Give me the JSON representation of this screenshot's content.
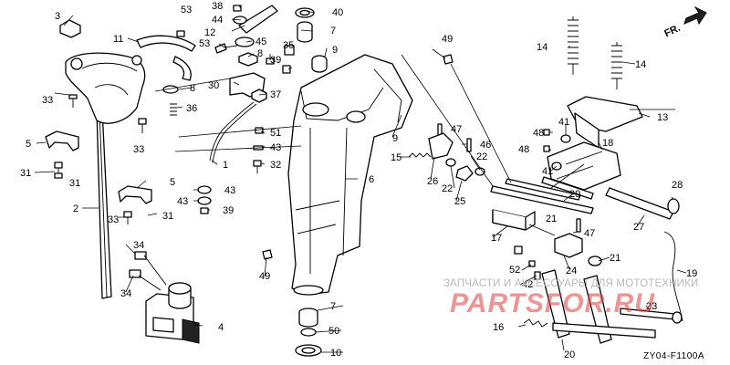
{
  "direction_label": "FR.",
  "diagram_code": "ZY04-F1100A",
  "watermark": {
    "line1": "ЗАПЧАСТИ И АКСЕССУАРЫ ДЛЯ МОТОТЕХНИКИ",
    "line2": "PARTSFOR.RU"
  },
  "callouts": [
    "1",
    "2",
    "3",
    "4",
    "5",
    "6",
    "7",
    "8",
    "9",
    "10",
    "11",
    "12",
    "13",
    "14",
    "15",
    "16",
    "17",
    "18",
    "19",
    "20",
    "21",
    "22",
    "23",
    "24",
    "25",
    "26",
    "27",
    "28",
    "29",
    "30",
    "31",
    "32",
    "33",
    "34",
    "35",
    "36",
    "37",
    "38",
    "39",
    "40",
    "41",
    "42",
    "43",
    "44",
    "45",
    "46",
    "47",
    "48",
    "49",
    "50",
    "51",
    "52",
    "53"
  ]
}
